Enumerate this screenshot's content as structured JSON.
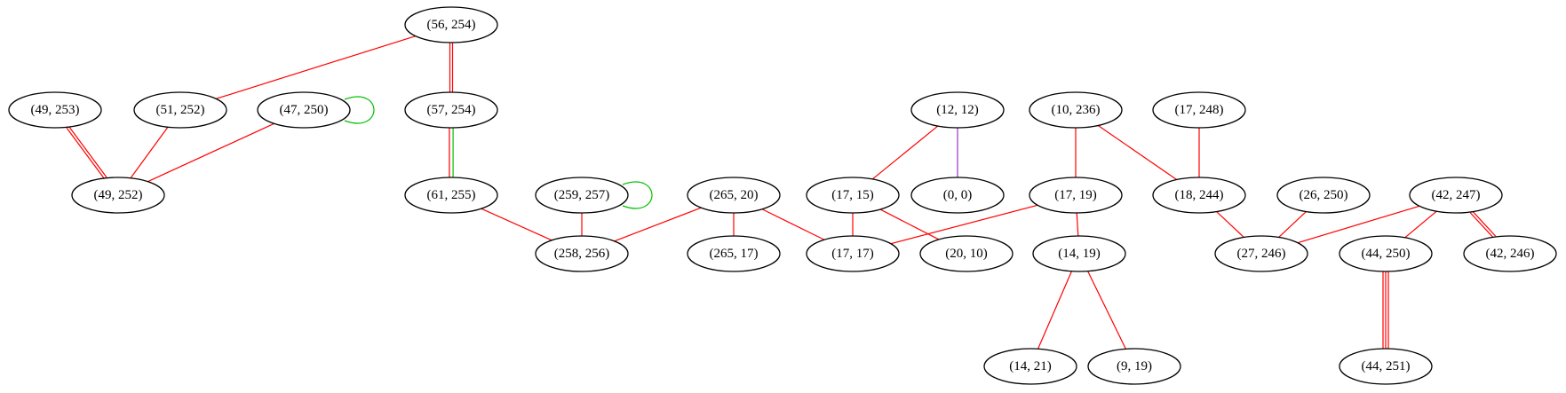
{
  "colors": {
    "red": "#ff0000",
    "green": "#00c000",
    "purple": "#9933cc"
  },
  "nodes": [
    {
      "id": "n56_254",
      "label": "(56, 254)"
    },
    {
      "id": "n49_253",
      "label": "(49, 253)"
    },
    {
      "id": "n51_252",
      "label": "(51, 252)"
    },
    {
      "id": "n47_250",
      "label": "(47, 250)"
    },
    {
      "id": "n57_254",
      "label": "(57, 254)"
    },
    {
      "id": "n12_12",
      "label": "(12, 12)"
    },
    {
      "id": "n10_236",
      "label": "(10, 236)"
    },
    {
      "id": "n17_248",
      "label": "(17, 248)"
    },
    {
      "id": "n49_252",
      "label": "(49, 252)"
    },
    {
      "id": "n61_255",
      "label": "(61, 255)"
    },
    {
      "id": "n259_257",
      "label": "(259, 257)"
    },
    {
      "id": "n265_20",
      "label": "(265, 20)"
    },
    {
      "id": "n17_15",
      "label": "(17, 15)"
    },
    {
      "id": "n0_0",
      "label": "(0, 0)"
    },
    {
      "id": "n17_19",
      "label": "(17, 19)"
    },
    {
      "id": "n18_244",
      "label": "(18, 244)"
    },
    {
      "id": "n26_250",
      "label": "(26, 250)"
    },
    {
      "id": "n42_247",
      "label": "(42, 247)"
    },
    {
      "id": "n258_256",
      "label": "(258, 256)"
    },
    {
      "id": "n265_17",
      "label": "(265, 17)"
    },
    {
      "id": "n17_17",
      "label": "(17, 17)"
    },
    {
      "id": "n20_10",
      "label": "(20, 10)"
    },
    {
      "id": "n14_19",
      "label": "(14, 19)"
    },
    {
      "id": "n27_246",
      "label": "(27, 246)"
    },
    {
      "id": "n44_250",
      "label": "(44, 250)"
    },
    {
      "id": "n42_246",
      "label": "(42, 246)"
    },
    {
      "id": "n14_21",
      "label": "(14, 21)"
    },
    {
      "id": "n9_19",
      "label": "(9, 19)"
    },
    {
      "id": "n44_251",
      "label": "(44, 251)"
    }
  ],
  "edges": [
    {
      "from": "n56_254",
      "to": "n51_252",
      "color": "red",
      "count": 1
    },
    {
      "from": "n56_254",
      "to": "n57_254",
      "color": "red",
      "count": 2
    },
    {
      "from": "n49_253",
      "to": "n49_252",
      "color": "red",
      "count": 2
    },
    {
      "from": "n51_252",
      "to": "n49_252",
      "color": "red",
      "count": 1
    },
    {
      "from": "n47_250",
      "to": "n49_252",
      "color": "red",
      "count": 1
    },
    {
      "from": "n47_250",
      "to": "n47_250",
      "color": "green",
      "count": 1
    },
    {
      "from": "n57_254",
      "to": "n61_255",
      "color": "green",
      "count": 1,
      "offset": -1
    },
    {
      "from": "n57_254",
      "to": "n61_255",
      "color": "red",
      "count": 1,
      "offset": 1
    },
    {
      "from": "n61_255",
      "to": "n258_256",
      "color": "red",
      "count": 1
    },
    {
      "from": "n259_257",
      "to": "n258_256",
      "color": "red",
      "count": 1
    },
    {
      "from": "n259_257",
      "to": "n259_257",
      "color": "green",
      "count": 1
    },
    {
      "from": "n265_20",
      "to": "n258_256",
      "color": "red",
      "count": 1
    },
    {
      "from": "n265_20",
      "to": "n265_17",
      "color": "red",
      "count": 1
    },
    {
      "from": "n265_20",
      "to": "n17_17",
      "color": "red",
      "count": 1
    },
    {
      "from": "n12_12",
      "to": "n17_15",
      "color": "red",
      "count": 1
    },
    {
      "from": "n12_12",
      "to": "n0_0",
      "color": "purple",
      "count": 1
    },
    {
      "from": "n17_15",
      "to": "n17_17",
      "color": "red",
      "count": 1
    },
    {
      "from": "n17_15",
      "to": "n20_10",
      "color": "red",
      "count": 1
    },
    {
      "from": "n10_236",
      "to": "n17_19",
      "color": "red",
      "count": 1
    },
    {
      "from": "n10_236",
      "to": "n18_244",
      "color": "red",
      "count": 1
    },
    {
      "from": "n17_248",
      "to": "n18_244",
      "color": "red",
      "count": 1
    },
    {
      "from": "n17_19",
      "to": "n17_17",
      "color": "red",
      "count": 1
    },
    {
      "from": "n17_19",
      "to": "n14_19",
      "color": "red",
      "count": 1
    },
    {
      "from": "n18_244",
      "to": "n27_246",
      "color": "red",
      "count": 1
    },
    {
      "from": "n26_250",
      "to": "n27_246",
      "color": "red",
      "count": 1
    },
    {
      "from": "n42_247",
      "to": "n27_246",
      "color": "red",
      "count": 1
    },
    {
      "from": "n42_247",
      "to": "n44_250",
      "color": "red",
      "count": 1
    },
    {
      "from": "n42_247",
      "to": "n42_246",
      "color": "red",
      "count": 2
    },
    {
      "from": "n14_19",
      "to": "n14_21",
      "color": "red",
      "count": 1
    },
    {
      "from": "n14_19",
      "to": "n9_19",
      "color": "red",
      "count": 1
    },
    {
      "from": "n44_250",
      "to": "n44_251",
      "color": "red",
      "count": 3
    }
  ]
}
